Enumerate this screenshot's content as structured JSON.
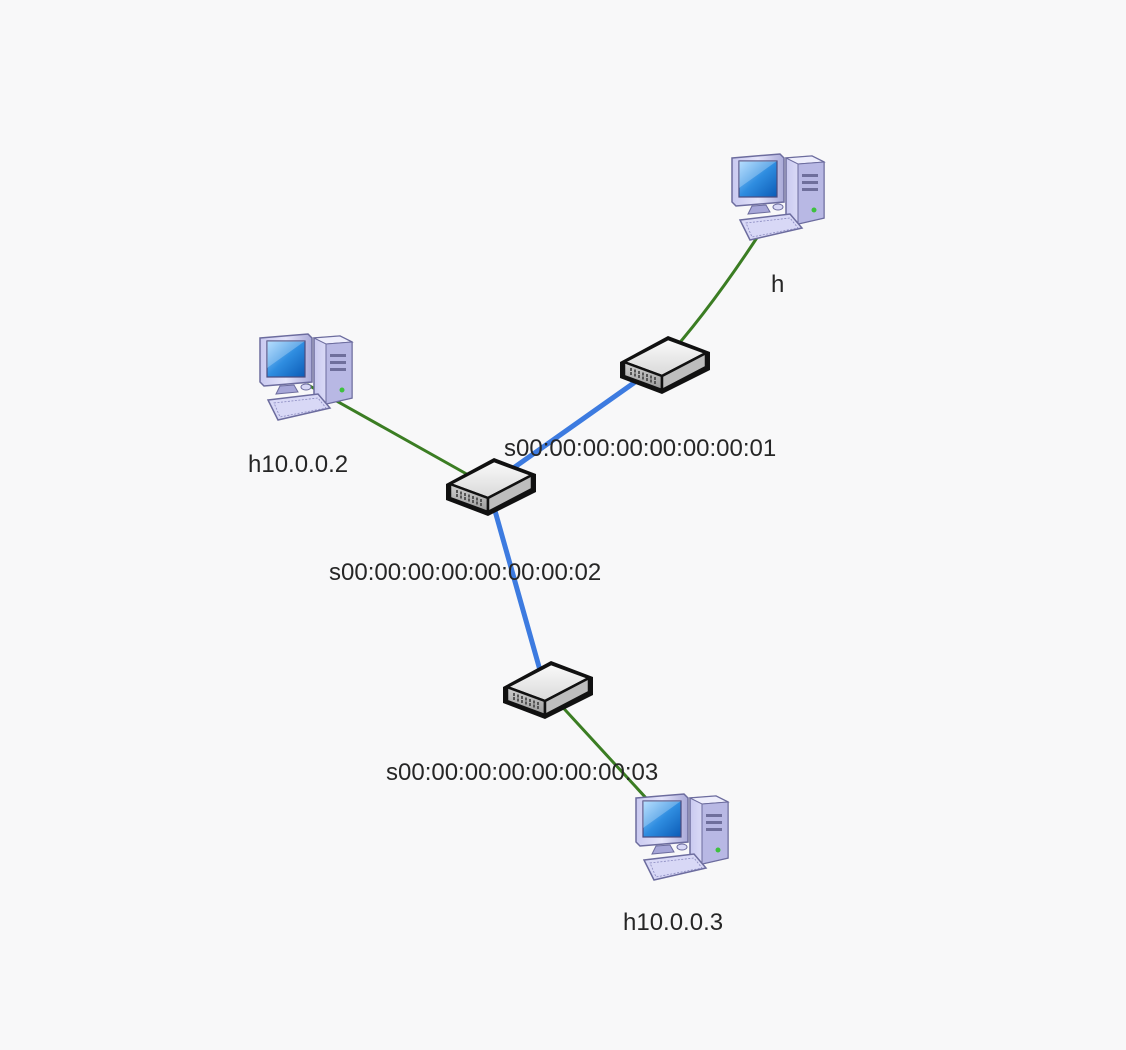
{
  "diagram": {
    "colors": {
      "background": "#f8f8f9",
      "switch_link": "#3d7be0",
      "host_link": "#3b7d23",
      "label": "#262626"
    },
    "switches": [
      {
        "id": "s1",
        "label": "s00:00:00:00:00:00:00:01",
        "icon": "network-switch-icon"
      },
      {
        "id": "s2",
        "label": "s00:00:00:00:00:00:00:02",
        "icon": "network-switch-icon"
      },
      {
        "id": "s3",
        "label": "s00:00:00:00:00:00:00:03",
        "icon": "network-switch-icon"
      }
    ],
    "hosts": [
      {
        "id": "h1",
        "label": "h",
        "icon": "desktop-computer-icon"
      },
      {
        "id": "h2",
        "label": "h10.0.0.2",
        "icon": "desktop-computer-icon"
      },
      {
        "id": "h3",
        "label": "h10.0.0.3",
        "icon": "desktop-computer-icon"
      }
    ],
    "links": [
      {
        "from": "s2",
        "to": "s1",
        "type": "switch-switch"
      },
      {
        "from": "s2",
        "to": "s3",
        "type": "switch-switch"
      },
      {
        "from": "s1",
        "to": "h1",
        "type": "switch-host"
      },
      {
        "from": "s2",
        "to": "h2",
        "type": "switch-host"
      },
      {
        "from": "s3",
        "to": "h3",
        "type": "switch-host"
      }
    ]
  }
}
